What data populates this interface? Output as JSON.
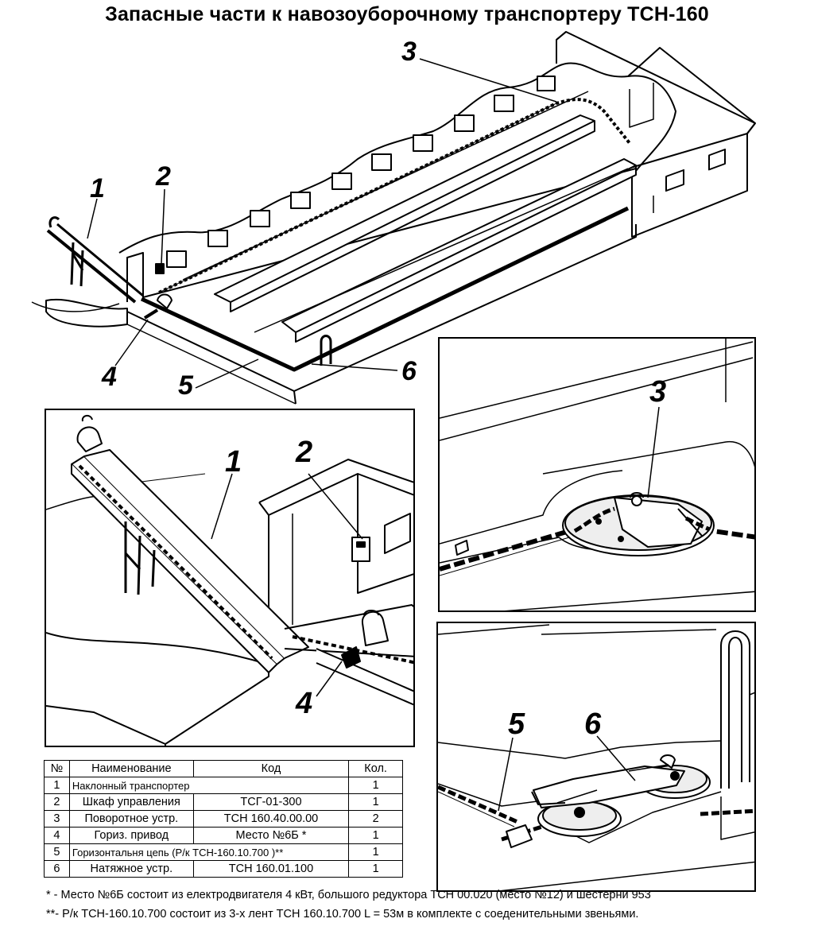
{
  "title": "Запасные части к навозоуборочному транспортеру ТСН-160",
  "overview_callouts": [
    "1",
    "2",
    "3",
    "4",
    "5",
    "6"
  ],
  "detail_callouts": {
    "inclined": [
      "1",
      "2",
      "4"
    ],
    "turn": [
      "3"
    ],
    "tension": [
      "5",
      "6"
    ]
  },
  "table": {
    "headers": {
      "no": "№",
      "name": "Наименование",
      "code": "Код",
      "qty": "Кол."
    },
    "rows": [
      {
        "no": "1",
        "name": "Наклонный транспортер",
        "code": "",
        "qty": "1"
      },
      {
        "no": "2",
        "name": "Шкаф управления",
        "code": "ТСГ-01-300",
        "qty": "1"
      },
      {
        "no": "3",
        "name": "Поворотное устр.",
        "code": "ТСН 160.40.00.00",
        "qty": "2"
      },
      {
        "no": "4",
        "name": "Гориз. привод",
        "code": "Место №6Б *",
        "qty": "1"
      },
      {
        "no": "5",
        "name": "Горизонтальня цепь (Р/к ТСН-160.10.700 )**",
        "code": "",
        "qty": "1"
      },
      {
        "no": "6",
        "name": "Натяжное устр.",
        "code": "ТСН 160.01.100",
        "qty": "1"
      }
    ]
  },
  "notes": [
    "* - Место №6Б состоит из електродвигателя 4 кВт, большого редуктора ТСН 00.020 (место №12) и шестерни 953",
    "**- Р/к ТСН-160.10.700 состоит из 3-х лент ТСН 160.10.700  L = 53м в комплекте с соеденительными звеньями."
  ]
}
